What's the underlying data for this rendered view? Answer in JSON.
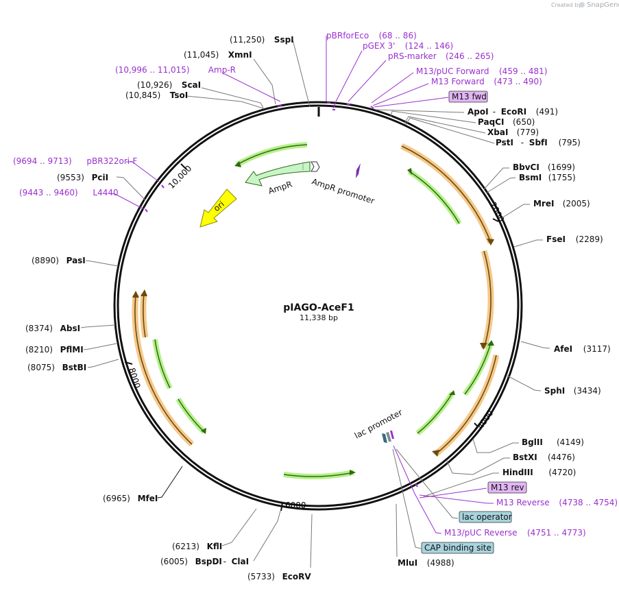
{
  "credit": {
    "prefix": "Created by",
    "brand": "SnapGene"
  },
  "plasmid": {
    "name": "pIAGO-AceF1",
    "size": "11,338 bp",
    "length": 11338
  },
  "ticks": [
    {
      "value": 2000,
      "label": "2000"
    },
    {
      "value": 4000,
      "label": "4000"
    },
    {
      "value": 6000,
      "label": "6000"
    },
    {
      "value": 8000,
      "label": "8000"
    },
    {
      "value": 10000,
      "label": "10,000"
    }
  ],
  "features": {
    "ampr": "AmpR",
    "ampr_promoter": "AmpR promoter",
    "ori": "ori",
    "lac_promoter": "lac promoter"
  },
  "labels": [
    {
      "id": "sspi",
      "kind": "site",
      "pos": "(11,250)",
      "name": "SspI",
      "name2": ""
    },
    {
      "id": "xmni",
      "kind": "site",
      "pos": "(11,045)",
      "name": "XmnI",
      "name2": ""
    },
    {
      "id": "ampr-primer",
      "kind": "primer",
      "pos": "(10,996 .. 11,015)",
      "name": "Amp-R",
      "name2": ""
    },
    {
      "id": "scai",
      "kind": "site",
      "pos": "(10,926)",
      "name": "ScaI",
      "name2": ""
    },
    {
      "id": "tsoi",
      "kind": "site",
      "pos": "(10,845)",
      "name": "TsoI",
      "name2": ""
    },
    {
      "id": "pbr322ori",
      "kind": "primer",
      "pos": "(9694 .. 9713)",
      "name": "pBR322ori-F",
      "name2": ""
    },
    {
      "id": "pcii",
      "kind": "site",
      "pos": "(9553)",
      "name": "PciI",
      "name2": ""
    },
    {
      "id": "l4440",
      "kind": "primer",
      "pos": "(9443 .. 9460)",
      "name": "L4440",
      "name2": ""
    },
    {
      "id": "pasi",
      "kind": "site",
      "pos": "(8890)",
      "name": "PasI",
      "name2": ""
    },
    {
      "id": "absi",
      "kind": "site",
      "pos": "(8374)",
      "name": "AbsI",
      "name2": ""
    },
    {
      "id": "pflmi",
      "kind": "site",
      "pos": "(8210)",
      "name": "PflMI",
      "name2": ""
    },
    {
      "id": "bstbi",
      "kind": "site",
      "pos": "(8075)",
      "name": "BstBI",
      "name2": ""
    },
    {
      "id": "mfei",
      "kind": "site",
      "pos": "(6965)",
      "name": "MfeI",
      "name2": ""
    },
    {
      "id": "kfli",
      "kind": "site",
      "pos": "(6213)",
      "name": "KflI",
      "name2": ""
    },
    {
      "id": "bspdi",
      "kind": "site",
      "pos": "(6005)",
      "name": "BspDI",
      "name2": "ClaI"
    },
    {
      "id": "ecorv",
      "kind": "site",
      "pos": "(5733)",
      "name": "EcoRV",
      "name2": ""
    },
    {
      "id": "pbrforeco",
      "kind": "primer",
      "pos": "(68 .. 86)",
      "name": "pBRforEco",
      "name2": ""
    },
    {
      "id": "pgex3",
      "kind": "primer",
      "pos": "(124 .. 146)",
      "name": "pGEX 3'",
      "name2": ""
    },
    {
      "id": "prsmarker",
      "kind": "primer",
      "pos": "(246 .. 265)",
      "name": "pRS-marker",
      "name2": ""
    },
    {
      "id": "m13puc-fwd",
      "kind": "primer",
      "pos": "(459 .. 481)",
      "name": "M13/pUC Forward",
      "name2": ""
    },
    {
      "id": "m13-fwd",
      "kind": "primer",
      "pos": "(473 .. 490)",
      "name": "M13 Forward",
      "name2": ""
    },
    {
      "id": "m13fwd-box",
      "kind": "boxpurple",
      "pos": "",
      "name": "M13 fwd",
      "name2": ""
    },
    {
      "id": "apoi",
      "kind": "site",
      "pos": "(491)",
      "name": "ApoI",
      "name2": "EcoRI"
    },
    {
      "id": "paqci",
      "kind": "site",
      "pos": "(650)",
      "name": "PaqCI",
      "name2": ""
    },
    {
      "id": "xbai",
      "kind": "site",
      "pos": "(779)",
      "name": "XbaI",
      "name2": ""
    },
    {
      "id": "psti",
      "kind": "site",
      "pos": "(795)",
      "name": "PstI",
      "name2": "SbfI"
    },
    {
      "id": "bbvci",
      "kind": "site",
      "pos": "(1699)",
      "name": "BbvCI",
      "name2": ""
    },
    {
      "id": "bsmi",
      "kind": "site",
      "pos": "(1755)",
      "name": "BsmI",
      "name2": ""
    },
    {
      "id": "mrei",
      "kind": "site",
      "pos": "(2005)",
      "name": "MreI",
      "name2": ""
    },
    {
      "id": "fsei",
      "kind": "site",
      "pos": "(2289)",
      "name": "FseI",
      "name2": ""
    },
    {
      "id": "afei",
      "kind": "site",
      "pos": "(3117)",
      "name": "AfeI",
      "name2": ""
    },
    {
      "id": "sphi",
      "kind": "site",
      "pos": "(3434)",
      "name": "SphI",
      "name2": ""
    },
    {
      "id": "bglii",
      "kind": "site",
      "pos": "(4149)",
      "name": "BglII",
      "name2": ""
    },
    {
      "id": "bstxi",
      "kind": "site",
      "pos": "(4476)",
      "name": "BstXI",
      "name2": ""
    },
    {
      "id": "hindiii",
      "kind": "site",
      "pos": "(4720)",
      "name": "HindIII",
      "name2": ""
    },
    {
      "id": "m13rev-box",
      "kind": "boxpurple",
      "pos": "",
      "name": "M13 rev",
      "name2": ""
    },
    {
      "id": "m13-rev",
      "kind": "primer",
      "pos": "(4738 .. 4754)",
      "name": "M13 Reverse",
      "name2": ""
    },
    {
      "id": "lacop-box",
      "kind": "boxteal",
      "pos": "",
      "name": "lac operator",
      "name2": ""
    },
    {
      "id": "m13puc-rev",
      "kind": "primer",
      "pos": "(4751 .. 4773)",
      "name": "M13/pUC Reverse",
      "name2": ""
    },
    {
      "id": "cap-box",
      "kind": "boxteal",
      "pos": "",
      "name": "CAP binding site",
      "name2": ""
    },
    {
      "id": "mlui",
      "kind": "site",
      "pos": "(4988)",
      "name": "MluI",
      "name2": ""
    }
  ],
  "colors": {
    "ring": "#111111",
    "site_label": "#111111",
    "primer_label": "#9a2fd0",
    "ampr_fill": "#c8f5c8",
    "ori_fill": "#ffff00",
    "orange_feature": "#f5c98a",
    "green_feature": "#b6f08a",
    "purple_box": "#e2b6f5",
    "teal_box": "#a8d4de"
  }
}
